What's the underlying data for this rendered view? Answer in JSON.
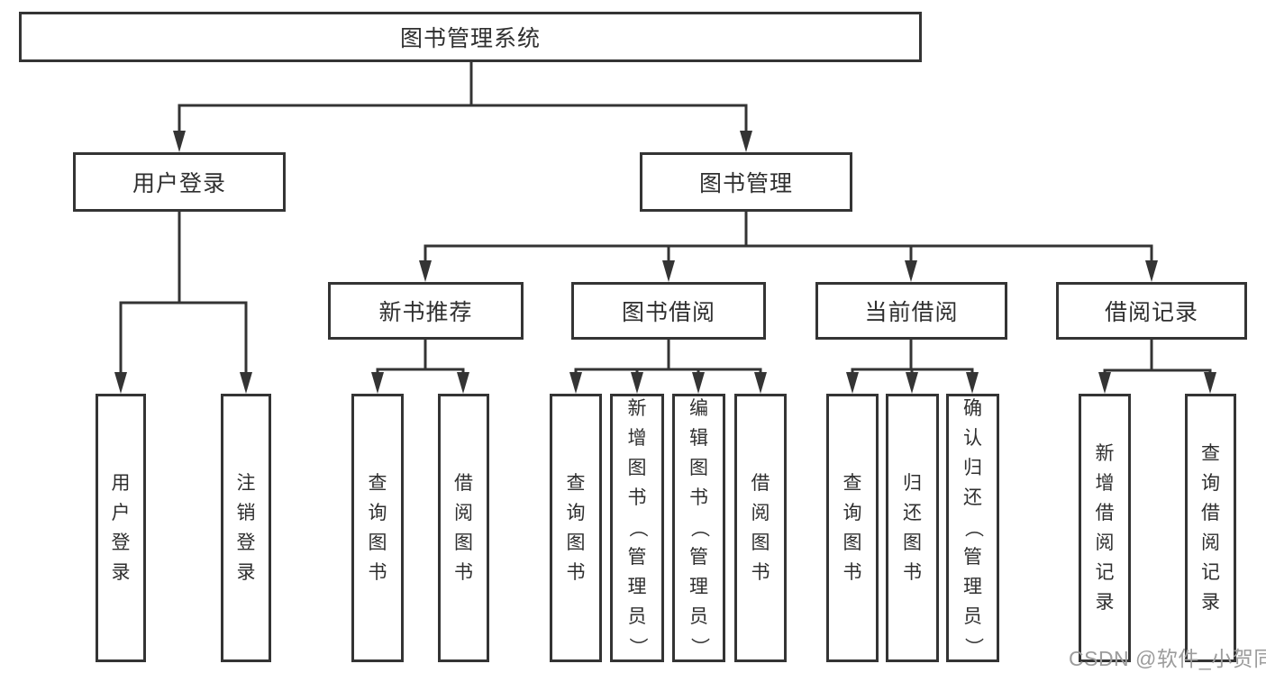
{
  "tree": {
    "root": {
      "label": "图书管理系统",
      "children": [
        {
          "label": "用户登录",
          "children": [
            {
              "label": "用户登录"
            },
            {
              "label": "注销登录"
            }
          ]
        },
        {
          "label": "图书管理",
          "children": [
            {
              "label": "新书推荐",
              "children": [
                {
                  "label": "查询图书"
                },
                {
                  "label": "借阅图书"
                }
              ]
            },
            {
              "label": "图书借阅",
              "children": [
                {
                  "label": "查询图书"
                },
                {
                  "label": "新增图书（管理员）"
                },
                {
                  "label": "编辑图书（管理员）"
                },
                {
                  "label": "借阅图书"
                }
              ]
            },
            {
              "label": "当前借阅",
              "children": [
                {
                  "label": "查询图书"
                },
                {
                  "label": "归还图书"
                },
                {
                  "label": "确认归还（管理员）"
                }
              ]
            },
            {
              "label": "借阅记录",
              "children": [
                {
                  "label": "新增借阅记录"
                },
                {
                  "label": "查询借阅记录"
                }
              ]
            }
          ]
        }
      ]
    }
  },
  "watermark": {
    "text": "CSDN @软件_小贺同学",
    "color": "#9c9c9c"
  },
  "colors": {
    "line": "#343434",
    "node_border": "#343434",
    "text": "#2f2f2f",
    "background": "#ffffff"
  }
}
